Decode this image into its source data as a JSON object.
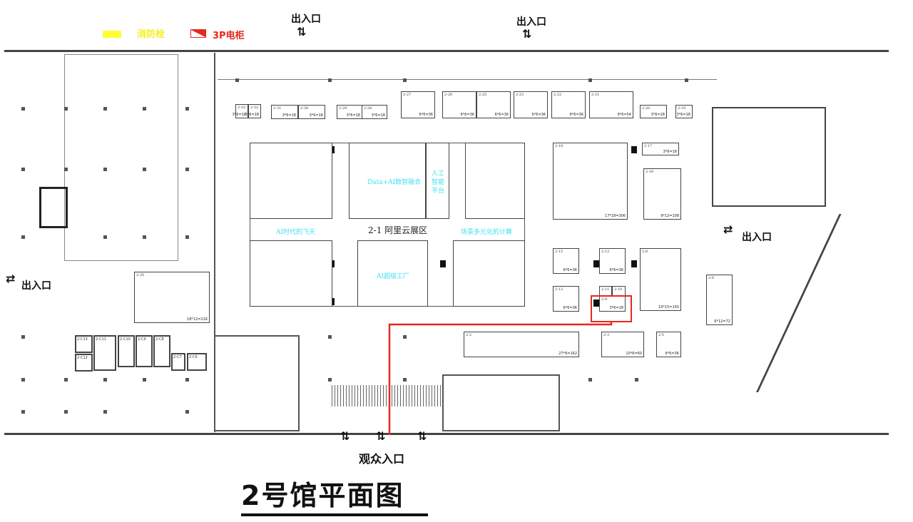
{
  "title": "2号馆平面图",
  "legend": {
    "hydrant": "消防栓",
    "cabinet": "3P电柜",
    "hydrant_color": "#ffff33",
    "cabinet_color": "#e8281e"
  },
  "exits": {
    "top_left": "出入口",
    "top_right": "出入口",
    "right": "出入口",
    "left": "出入口",
    "bottom": "观众入口"
  },
  "zone": {
    "name": "2-1 阿里云展区",
    "areas": [
      "Data+AI数智融合",
      "人工智能平台",
      "AI时代的飞天",
      "场景多元化的计算",
      "AI超级工厂"
    ]
  },
  "booths": [
    {
      "id": "2-33",
      "size": "3*6=18"
    },
    {
      "id": "2-32",
      "size": "3*6=18"
    },
    {
      "id": "2-31",
      "size": "3*6=18"
    },
    {
      "id": "2-30",
      "size": "3*6=18"
    },
    {
      "id": "2-29",
      "size": "3*6=18"
    },
    {
      "id": "2-28",
      "size": "3*6=18"
    },
    {
      "id": "2-27",
      "size": "6*6=36"
    },
    {
      "id": "2-26",
      "size": "6*6=36"
    },
    {
      "id": "2-25",
      "size": "6*6=36"
    },
    {
      "id": "2-23",
      "size": "6*6=36"
    },
    {
      "id": "2-22",
      "size": "6*6=36"
    },
    {
      "id": "2-21",
      "size": "9*6=54"
    },
    {
      "id": "2-20",
      "size": "3*6=18"
    },
    {
      "id": "2-19",
      "size": "3*6=18"
    },
    {
      "id": "2-18",
      "size": "17*18=306"
    },
    {
      "id": "2-17",
      "size": "3*6=18"
    },
    {
      "id": "2-16",
      "size": "9*12=108"
    },
    {
      "id": "2-15",
      "size": "6*6=36"
    },
    {
      "id": "2-13",
      "size": "6*6=36"
    },
    {
      "id": "2-8",
      "size": "10*15=150"
    },
    {
      "id": "2-12",
      "size": "6*6=36"
    },
    {
      "id": "2-11",
      "size": ""
    },
    {
      "id": "2-10",
      "size": ""
    },
    {
      "id": "2-9",
      "size": "3*6=18"
    },
    {
      "id": "2-6",
      "size": "6*12=72"
    },
    {
      "id": "2-2",
      "size": "27*6=162"
    },
    {
      "id": "2-3",
      "size": "10*6=60"
    },
    {
      "id": "2-5",
      "size": "6*6=36"
    },
    {
      "id": "2-35",
      "size": "18*12=216"
    }
  ],
  "rooms": [
    "2-C13",
    "2-C12",
    "2-C11",
    "2-C10",
    "2-C9",
    "2-C8",
    "2-C7",
    "2-C6"
  ]
}
